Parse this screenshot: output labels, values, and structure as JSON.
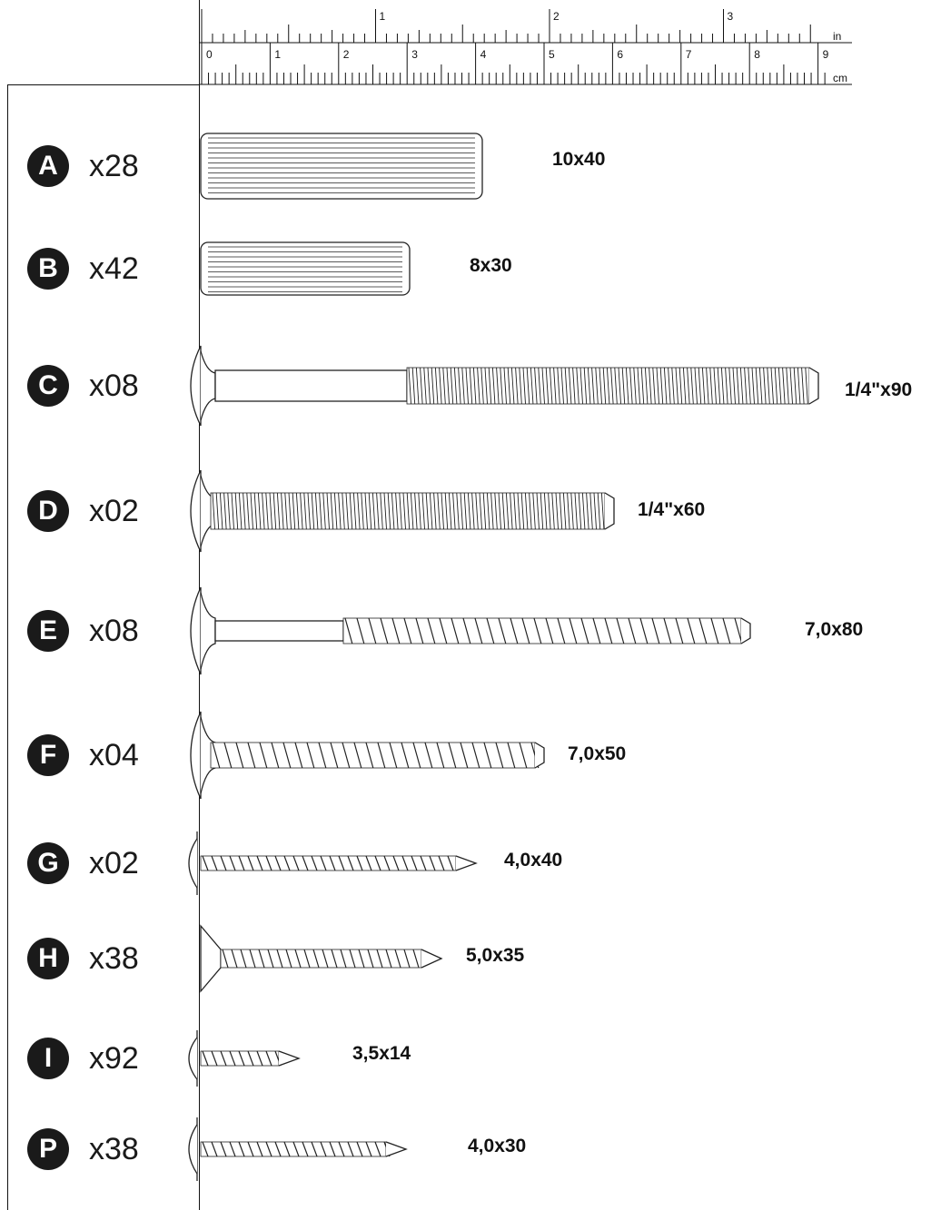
{
  "ruler": {
    "in_unit": "in",
    "cm_unit": "cm",
    "in_labels": [
      "1",
      "2",
      "3"
    ],
    "cm_labels": [
      "0",
      "1",
      "2",
      "3",
      "4",
      "5",
      "6",
      "7",
      "8",
      "9"
    ]
  },
  "parts": [
    {
      "letter": "A",
      "qty": "x28",
      "size": "10x40",
      "kind": "dowel"
    },
    {
      "letter": "B",
      "qty": "x42",
      "size": "8x30",
      "kind": "dowel"
    },
    {
      "letter": "C",
      "qty": "x08",
      "size": "1/4\"x90",
      "kind": "bolt-partial"
    },
    {
      "letter": "D",
      "qty": "x02",
      "size": "1/4\"x60",
      "kind": "bolt-full"
    },
    {
      "letter": "E",
      "qty": "x08",
      "size": "7,0x80",
      "kind": "screw-partial"
    },
    {
      "letter": "F",
      "qty": "x04",
      "size": "7,0x50",
      "kind": "screw-full"
    },
    {
      "letter": "G",
      "qty": "x02",
      "size": "4,0x40",
      "kind": "pan-screw"
    },
    {
      "letter": "H",
      "qty": "x38",
      "size": "5,0x35",
      "kind": "flat-screw"
    },
    {
      "letter": "I",
      "qty": "x92",
      "size": "3,5x14",
      "kind": "pan-screw"
    },
    {
      "letter": "P",
      "qty": "x38",
      "size": "4,0x30",
      "kind": "pan-screw"
    }
  ]
}
